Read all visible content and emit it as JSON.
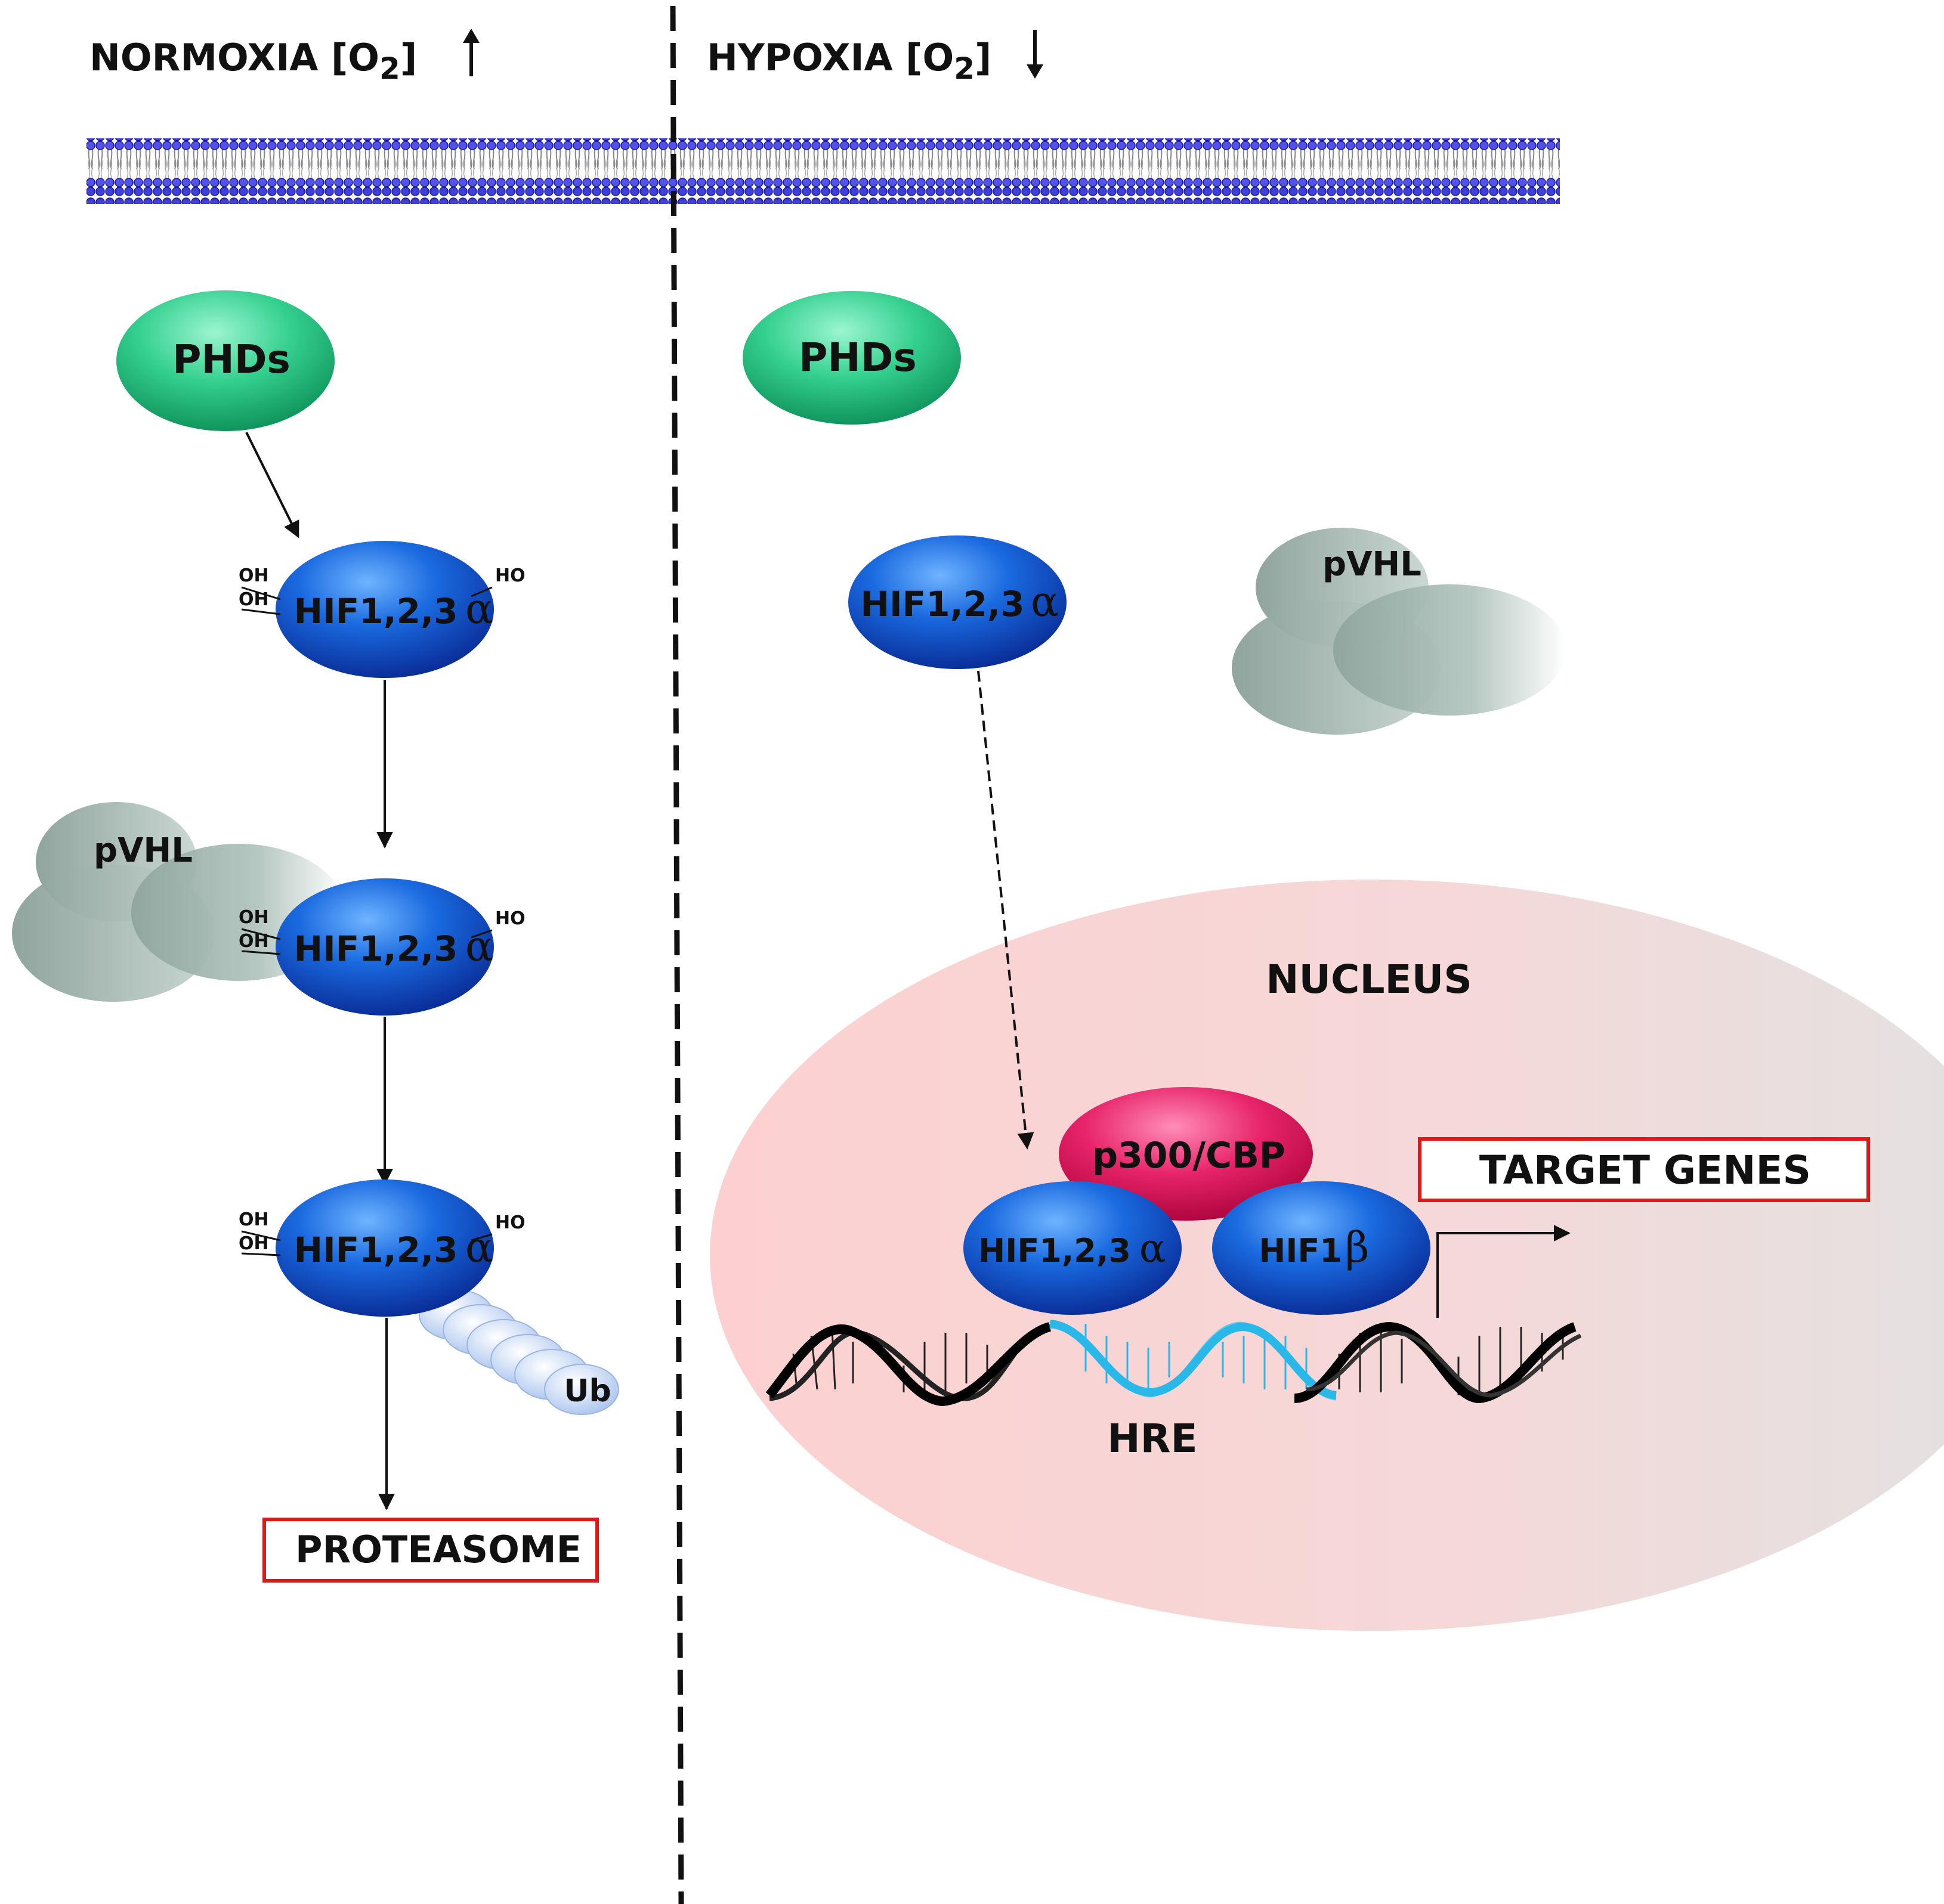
{
  "normoxia": {
    "title": "NORMOXIA [O",
    "sub": "2",
    "close": "]"
  },
  "hypoxia": {
    "title": "HYPOXIA [O",
    "sub": "2",
    "close": "]"
  },
  "labels": {
    "phds": "PHDs",
    "pvhl": "pVHL",
    "hif_alpha": "HIF1,2,3",
    "alpha": "α",
    "hif_beta": "HIF1",
    "beta": "β",
    "oh": "OH",
    "ho": "HO",
    "ub": "Ub",
    "proteasome": "PROTEASOME",
    "nucleus": "NUCLEUS",
    "p300": "p300/CBP",
    "target_genes": "TARGET GENES",
    "hre": "HRE"
  },
  "colors": {
    "phd_green": "#2fc98a",
    "hif_blue": "#1a5fd6",
    "pvhl_gray": "#9fb5ad",
    "p300_pink": "#e0155f",
    "box_red": "#e01818",
    "nucleus_pink": "#fbd3d3",
    "membrane_blue": "#3b3bd8",
    "hre_cyan": "#2ab8e8",
    "ub_blue": "#c9daf3"
  }
}
